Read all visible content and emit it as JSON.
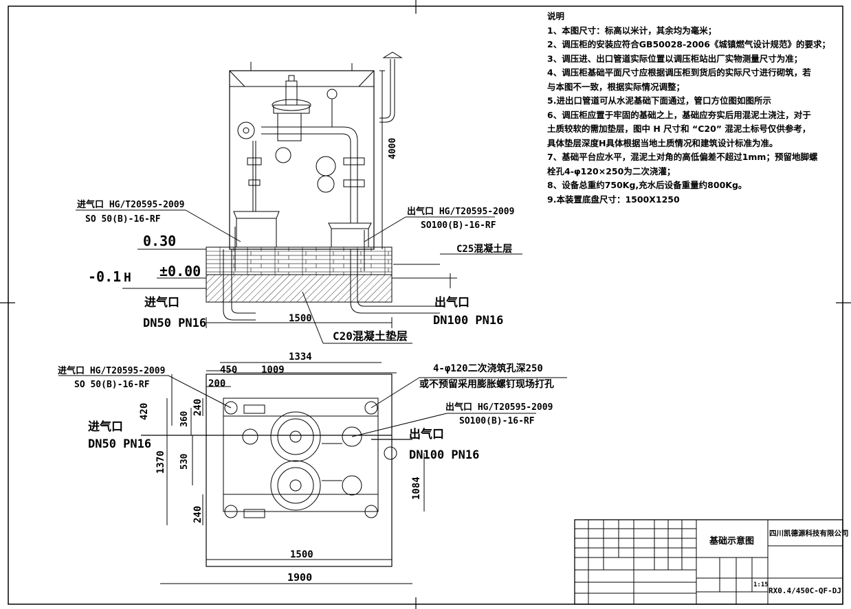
{
  "notes": {
    "title": "说明",
    "lines": [
      "1、本图尺寸：标高以米计，其余均为毫米；",
      "2、调压柜的安装应符合GB50028-2006《城镇燃气设计规范》的要求；",
      "3、调压进、出口管道实际位置以调压柜站出厂实物测量尺寸为准；",
      "4、调压柜基础平面尺寸应根据调压柜到货后的实际尺寸进行砌筑，若",
      "   与本图不一致，根据实际情况调整；",
      "5.进出口管道可从水泥基础下面通过，管口方位图如图所示",
      "6、调压柜应置于牢固的基础之上，基础应夯实后用混泥土浇注，对于",
      "土质较软的需加垫层，图中 H 尺寸和 “C20” 混泥土标号仅供参考，",
      "  具体垫层深度H具体根据当地土质情况和建筑设计标准为准。",
      "7、基础平台应水平，混泥土对角的高低偏差不超过1mm；预留地脚螺",
      "栓孔4-φ120×250为二次浇灌；",
      "8、设备总重约750Kg,充水后设备重量约800Kg。",
      "9.本装置底盘尺寸：1500X1250"
    ]
  },
  "elevation": {
    "height_dim": "4000",
    "inlet_flange_1": "进气口 HG/T20595-2009",
    "inlet_flange_2": "SO 50(B)-16-RF",
    "outlet_flange_1": "出气口 HG/T20595-2009",
    "outlet_flange_2": "SO100(B)-16-RF",
    "level_top": "0.30",
    "level_zero": "±0.00",
    "level_h": "-0.1",
    "level_h_suffix": "H",
    "c25_label": "C25混凝土层",
    "c20_label": "C20混凝土垫层",
    "inlet_label": "进气口",
    "inlet_spec": "DN50 PN16",
    "outlet_label": "出气口",
    "outlet_spec": "DN100 PN16",
    "width_dim": "1500"
  },
  "plan": {
    "dim_1334": "1334",
    "dim_450": "450",
    "dim_1009": "1009",
    "dim_200": "200",
    "dim_420": "420",
    "dim_240_top": "240",
    "dim_360": "360",
    "dim_1370": "1370",
    "dim_530": "530",
    "dim_240_bottom": "240",
    "dim_1084": "1084",
    "dim_1500": "1500",
    "dim_1900": "1900",
    "hole_note_1": "4-φ120二次浇筑孔深250",
    "hole_note_2": "或不预留采用膨胀螺钉现场打孔",
    "inlet_flange_1": "进气口 HG/T20595-2009",
    "inlet_flange_2": "SO 50(B)-16-RF",
    "outlet_flange_1": "出气口 HG/T20595-2009",
    "outlet_flange_2": "SO100(B)-16-RF",
    "inlet_label": "进气口",
    "inlet_spec": "DN50 PN16",
    "outlet_label": "出气口",
    "outlet_spec": "DN100 PN16"
  },
  "title_block": {
    "drawing_title": "基础示意图",
    "company": "四川凯德源科技有限公司",
    "scale": "1:15",
    "drawing_no": "RX0.4/450C-QF-DJ"
  }
}
